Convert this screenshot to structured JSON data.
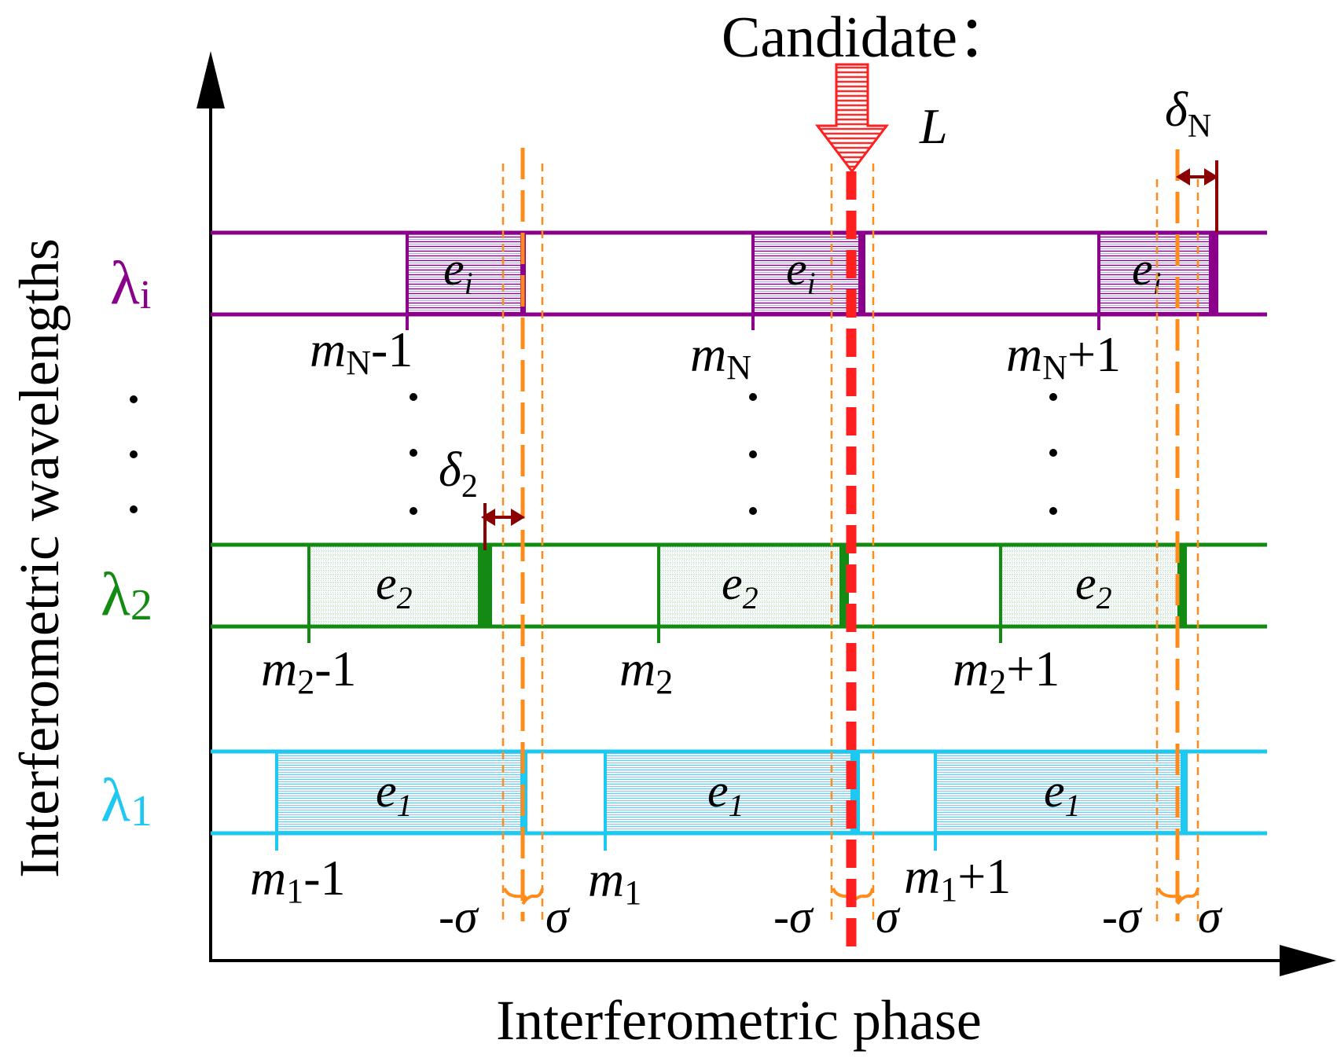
{
  "title": "Candidate：",
  "candidate_symbol": "L",
  "axes": {
    "x_label": "Interferometric phase",
    "y_label": "Interferometric wavelengths"
  },
  "colors": {
    "wavelength_i": "#8b008b",
    "wavelength_2": "#138a13",
    "wavelength_1": "#1ec8f0",
    "candidate": "#ff1f1f",
    "sigma_lines": "#ff8c1a",
    "delta_arrows": "#8b0000",
    "axis": "#000000"
  },
  "rows": [
    {
      "key": "i",
      "wavelength": {
        "base": "λ",
        "sub": "i"
      },
      "error": {
        "base": "e",
        "sub": "i"
      },
      "orders": [
        {
          "base": "m",
          "sub": "N",
          "suffix": "-1"
        },
        {
          "base": "m",
          "sub": "N",
          "suffix": ""
        },
        {
          "base": "m",
          "sub": "N",
          "suffix": "+1"
        }
      ]
    },
    {
      "key": "2",
      "wavelength": {
        "base": "λ",
        "sub": "2"
      },
      "error": {
        "base": "e",
        "sub": "2"
      },
      "orders": [
        {
          "base": "m",
          "sub": "2",
          "suffix": "-1"
        },
        {
          "base": "m",
          "sub": "2",
          "suffix": ""
        },
        {
          "base": "m",
          "sub": "2",
          "suffix": "+1"
        }
      ]
    },
    {
      "key": "1",
      "wavelength": {
        "base": "λ",
        "sub": "1"
      },
      "error": {
        "base": "e",
        "sub": "1"
      },
      "orders": [
        {
          "base": "m",
          "sub": "1",
          "suffix": "-1"
        },
        {
          "base": "m",
          "sub": "1",
          "suffix": ""
        },
        {
          "base": "m",
          "sub": "1",
          "suffix": "+1"
        }
      ]
    }
  ],
  "deltas": [
    {
      "base": "δ",
      "sub": "2"
    },
    {
      "base": "δ",
      "sub": "N"
    }
  ],
  "sigma": {
    "neg": "-σ",
    "pos": "σ"
  }
}
